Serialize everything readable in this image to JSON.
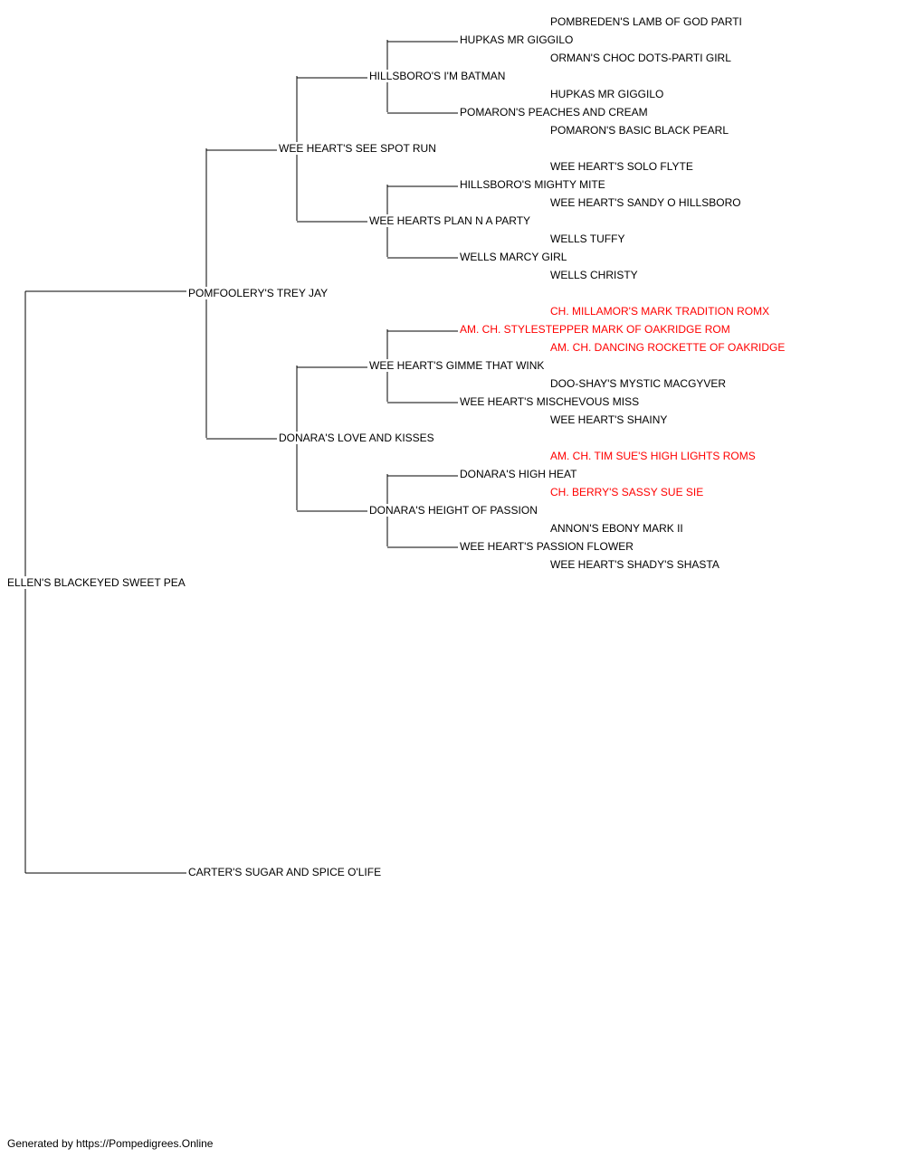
{
  "colors": {
    "normal": "#000000",
    "champion": "#ff0000",
    "line": "#000000",
    "background": "#ffffff"
  },
  "pedigree": {
    "subject": {
      "name": "ELLEN'S BLACKEYED SWEET PEA"
    },
    "sire": {
      "name": "POMFOOLERY'S TREY JAY"
    },
    "dam": {
      "name": "CARTER'S SUGAR AND SPICE O'LIFE"
    },
    "sire_sire": {
      "name": "WEE HEART'S SEE SPOT RUN"
    },
    "sire_dam": {
      "name": "DONARA'S LOVE AND KISSES"
    },
    "sire_sire_sire": {
      "name": "HILLSBORO'S I'M BATMAN"
    },
    "sire_sire_dam": {
      "name": "WEE HEARTS PLAN N A PARTY"
    },
    "sire_dam_sire": {
      "name": "WEE HEART'S GIMME THAT WINK"
    },
    "sire_dam_dam": {
      "name": "DONARA'S HEIGHT OF PASSION"
    },
    "g4": [
      {
        "name": "HUPKAS MR GIGGILO",
        "champion": false
      },
      {
        "name": "POMARON'S PEACHES AND CREAM",
        "champion": false
      },
      {
        "name": "HILLSBORO'S MIGHTY MITE",
        "champion": false
      },
      {
        "name": "WELLS MARCY GIRL",
        "champion": false
      },
      {
        "name": "AM. CH. STYLESTEPPER MARK OF OAKRIDGE ROM",
        "champion": true
      },
      {
        "name": "WEE HEART'S MISCHEVOUS MISS",
        "champion": false
      },
      {
        "name": "DONARA'S HIGH HEAT",
        "champion": false
      },
      {
        "name": "WEE HEART'S PASSION FLOWER",
        "champion": false
      }
    ],
    "g5": [
      {
        "name": "POMBREDEN'S LAMB OF GOD PARTI",
        "champion": false
      },
      {
        "name": "ORMAN'S CHOC DOTS-PARTI GIRL",
        "champion": false
      },
      {
        "name": "HUPKAS MR GIGGILO",
        "champion": false
      },
      {
        "name": "POMARON'S BASIC BLACK PEARL",
        "champion": false
      },
      {
        "name": "WEE HEART'S SOLO FLYTE",
        "champion": false
      },
      {
        "name": "WEE HEART'S SANDY O HILLSBORO",
        "champion": false
      },
      {
        "name": "WELLS TUFFY",
        "champion": false
      },
      {
        "name": "WELLS CHRISTY",
        "champion": false
      },
      {
        "name": "CH. MILLAMOR'S MARK TRADITION ROMX",
        "champion": true
      },
      {
        "name": "AM. CH. DANCING ROCKETTE OF OAKRIDGE",
        "champion": true
      },
      {
        "name": "DOO-SHAY'S MYSTIC MACGYVER",
        "champion": false
      },
      {
        "name": "WEE HEART'S SHAINY",
        "champion": false
      },
      {
        "name": "AM. CH. TIM SUE'S HIGH LIGHTS ROMS",
        "champion": true
      },
      {
        "name": "CH. BERRY'S SASSY SUE SIE",
        "champion": true
      },
      {
        "name": "ANNON'S EBONY MARK II",
        "champion": false
      },
      {
        "name": "WEE HEART'S SHADY'S SHASTA",
        "champion": false
      }
    ]
  },
  "footer": {
    "text": "Generated by https://Pompedigrees.Online"
  }
}
